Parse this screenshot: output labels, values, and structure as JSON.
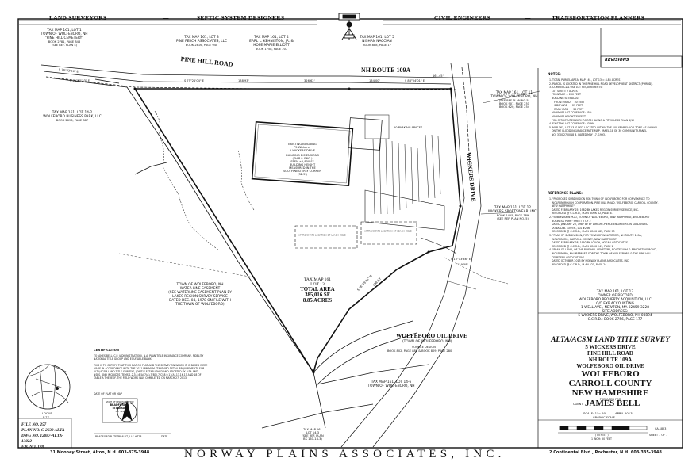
{
  "header": {
    "left_1": "LAND SURVEYORS",
    "dash_1": "—",
    "left_2": "SEPTIC SYSTEM DESIGNERS",
    "right_1": "CIVIL ENGINEERS",
    "dash_2": "—",
    "right_2": "TRANSPORTATION PLANNERS"
  },
  "revisions_label": "REVISIONS",
  "roads": {
    "pine_hill": "PINE HILL ROAD",
    "nh109a": "NH ROUTE 109A",
    "wickers": "WICKERS DRIVE",
    "wolfeboro_oil_title": "WOLFEBORO OIL DRIVE",
    "wolfeboro_oil_sub": "(TOWN OF WOLFEBORO, NH)",
    "wolfeboro_oil_ref": "SOURCE DESIGN",
    "wolfeboro_oil_ref2": "BOOK 802, PAGE 888 & BOOK 809, PAGE 280"
  },
  "parcels": {
    "cemetery": [
      "TAX MAP 161, LOT 1",
      "TOWN OF WOLFEBORO, NH",
      "\"PINE HILL CEMETERY\"",
      "BOOK 2781, PAGE 848",
      "(SEE REF. PLAN 4)"
    ],
    "lot3": [
      "TAX MAP 161, LOT 3",
      "PINE PERCH ASSOCIATES, LLC",
      "BOOK 2816, PAGE 940"
    ],
    "lot4": [
      "TAX MAP 161, LOT 4",
      "EARL L. KEHNISTON, JR. &",
      "HOPE MARIE ELLIOTT",
      "BOOK 1758, PAGE 207"
    ],
    "lot5": [
      "TAX MAP 161, LOT 5",
      "NISHAN NACCIAN",
      "BOOK 888, PAGE 17"
    ],
    "lot142": [
      "TAX MAP 161, LOT 14-2",
      "WOLFEBORO BUSINESS PARK, LLC",
      "BOOK 2696, PAGE 887"
    ],
    "lot11": [
      "TAX MAP 161, LOT 11",
      "TOWN OF WOLFEBORO, NH",
      "(SEE REF PLAN NO 5)",
      "BOOK 907, PAGE 251",
      "BOOK 620, PAGE 254"
    ],
    "lot12": [
      "TAX MAP 161, LOT 12",
      "WICKERS SPORTSWEAR, INC.",
      "BOOK 1455, PAGE 389",
      "(SEE REF. PLAN NO. 5)"
    ],
    "lot146": [
      "TAX MAP 161, LOT 14-6",
      "TOWN OF WOLFEBORO, NH"
    ],
    "lot143": [
      "TAX MAP 161",
      "LOT 14-3",
      "(SEE REF. PLAN",
      "BK 161-14-3)"
    ]
  },
  "subject_lot": [
    "TAX MAP 161",
    "LOT 13",
    "TOTAL AREA",
    "385,016 SF",
    "8.85 ACRES"
  ],
  "building": [
    "EXISTING BUILDING",
    "\"5 Wickers\"",
    "5 WICKERS DRIVE",
    "BUILDING DIMENSIONS",
    "(SHIP & ENG.)",
    "SEEN ±5,800 SF",
    "BUILDING HEIGHT",
    "MEASURED IN THE",
    "SOUTHWESTERLY CORNER",
    "(32.5')"
  ],
  "easement_note": [
    "TOWN OF WOLFEBORO, NH",
    "WATER LINE EASEMENT",
    "(SEE WATERLINE EASEMENT PLAN BY",
    "LAKES REGION SURVEY SERVICE",
    "DATED DEC. 04, 1978 ON FILE WITH",
    "THE TOWN OF WOLFEBORO)"
  ],
  "parking_labels": [
    "50 PARKING SPACES",
    "APPROXIMATE LOCATION OF LEACH FIELD",
    "APPROXIMATE LOCATION OF LEACH FIELD"
  ],
  "owner": [
    "TAX MAP 161, LOT 13",
    "OWNER OF RECORD",
    "WOLFEBORO PROPERTY ACQUISITION, LLC",
    "C/O EXP ACCOUNTING",
    "1 WELL AVE., NEWTON, MA 02459-3228",
    "SITE ADDRESS:",
    "5 WICKERS DRIVE, WOLFEBORO, NH 03894",
    "C.C.R.D.: BOOK 2756, PAGE 177"
  ],
  "title_block": {
    "line1": "ALTA/ACSM LAND TITLE SURVEY",
    "line2": "5 WICKERS DRIVE",
    "line3": "PINE HILL ROAD",
    "line4": "NH ROUTE 109A",
    "line5": "WOLFEBORO OIL DRIVE",
    "line6": "WOLFEBORO",
    "line7": "CARROLL COUNTY",
    "line8": "NEW HAMPSHIRE",
    "prepared_for_label": "PREPARED FOR",
    "client_label": "CLIENT",
    "client": "JAMES BELL",
    "scale": "SCALE: 1\"= 50'",
    "date": "APRIL 2013",
    "graphic_scale": "GRAPHIC SCALE",
    "scale_units": "( IN FEET )",
    "scale_note": "1 INCH: 50 FEET"
  },
  "notes_title": "NOTES:",
  "notes": [
    "1. TOTAL PARCEL AREA: MAP 161, LOT 13 = 8.85 ACRES",
    "2. PARCEL IS LOCATED IN THE PINE HILL ROAD DEVELOPMENT DISTRICT (PHRDD).",
    "3. COMMERCIAL USE LOT REQUIREMENTS:",
    "   LOT SIZE = 2 ACRES",
    "   FRONTAGE = 200 FEET",
    "   BUILDING SETBACKS:",
    "      FRONT YARD     50 FEET",
    "      SIDE YARD      25 FEET",
    "      REAR YARD      25 FEET",
    "   MAXIMUM LOT COVERAGE: 65%",
    "   MAXIMUM HEIGHT 35 FEET",
    "   FOR STRUCTURES WITH ROOFS HAVING A PITCH LESS THAN 4/12",
    "4. EXISTING LOT COVERAGE: 33.9%",
    "5. MAP 161, LOT 13 IS NOT LOCATED WITHIN THE 100-YEAR FLOOD ZONE AS SHOWN",
    "   ON THE FLOOD INSURANCE RATE MAP, PANEL 18 OF 30 COMMUNITY-PANEL",
    "   NO. 330027 0018 B, DATED MAY 17, 1993."
  ],
  "refs_title": "REFERENCE PLANS:",
  "refs": [
    "1. \"PROPOSED SUBDIVISION FOR TOWN OF WOLFEBORO FOR CONVEYANCE TO",
    "   WOLFEBOROUGH CORPORATION, PINE HILL ROAD, WOLFEBORO, CARROLL COUNTY,",
    "   NEW HAMPSHIRE\"",
    "   DATED FEBRUARY 25, 1982 BY LAKES REGION SURVEY SERVICE, INC.",
    "   RECORDED @ C.C.R.D., PLAN BOOK 62, PAGE 6.",
    "2. \"SUBDIVISION PLAT, TOWN OF WOLFEBORO, NEW HAMPSHIRE, WOLFEBORO",
    "   BUSINESS PARK\" SHEET 2 OF 2",
    "   DATED JANUARY 23, 1987 BY BY WRIGHT-PIERCE ENGINEERS IN SUBDIVIDED",
    "   DONALD B. LOUTIC, LLS #286",
    "   RECORDED @ C.C.R.D., PLAN BOOK 185, PAGE 93",
    "3. \"PLAN OF SUBDIVISION, FOR TOWN OF WOLFEBORO, NH ROUTE 109A,",
    "   WOLFEBORO, CARROLL COUNTY, NEW HAMPSHIRE\"",
    "   DATED FEBRUARY 28, 1992 BY LOUGH, HOGAN ASSOCIATES",
    "   RECORDED @ C.C.R.D., PLAN BOOK 241, PAGE 1",
    "4. \"PLAN OF LAND, OF THE PINE HILL CEMETERY, ROUTE 109A & BRACKETING ROAD,",
    "   WOLFEBORO, NH PREPARED FOR THE TOWN OF WOLFEBORO & THE PINE HILL",
    "   CEMETERY ASSOCIATION\"",
    "   DATED OCTOBER 2013 BY NORWAY PLAINS ASSOCIATES, INC.",
    "   RECORDED @ C.C.R.D., PLAN 221, PAGE 24"
  ],
  "certification": {
    "title": "CERTIFICATION",
    "lines": [
      "TO JAMES BELL, C.P. (ADMINISTRATION), N.A. PLAN TITLE INSURANCE COMPANY, FIDELITY",
      "NATIONAL TITLE GROUP AND EQUITABLE BANK:",
      "",
      "THIS IS TO CERTIFY THAT THIS MAP OR PLAT AND THE SURVEY ON WHICH IT IS BASED WERE",
      "MADE IN ACCORDANCE WITH THE 2011 MINIMUM STANDARD DETAIL REQUIREMENTS FOR",
      "ALTA/ACSM LAND TITLE SURVEYS, JOINTLY ESTABLISHED AND ADOPTED BY ALTA AND",
      "NSPS, AND INCLUDES ITEMS 1,2,3,4,6(A),7(A),7(B1),7(C),8,9,11(A),13,16,17 AND 18 OF",
      "TABLE A THEREOF. THE FIELD WORK WAS COMPLETED ON MARCH 27, 2013."
    ],
    "date_label": "DATE OF PLAT OR MAP",
    "signer": "BRADFORD B. TETREAULT, LLS #728",
    "date_tag": "DATE",
    "seal": [
      "STATE OF NEW HAMPSHIRE",
      "BRADFORD B.",
      "TETREAULT",
      "No. 728"
    ]
  },
  "locus": {
    "label": "LOCUS",
    "scale": "N.T.S."
  },
  "file_block": [
    "FILE NO. 257",
    "PLAN NO. C-2632 ALTA",
    "DWG NO. 12087-ALTA-13022",
    "F.B. NO. 128"
  ],
  "sheet_block": [
    "CA-1823",
    "SHEET 1 OF 1"
  ],
  "footer": {
    "left": "31 Mooney Street, Alton, N.H. 603-875-3948",
    "company": "NORWAY PLAINS ASSOCIATES, INC.",
    "right": "2 Continental Blvd., Rochester, N.H. 603-335-3948"
  },
  "bearings": {
    "pine_hill_1": "S 78°43'24\" E",
    "pine_hill_2": "S 71°12'23\" E",
    "pine_hill_3": "S 75°21'04\" E",
    "dist_1": "188.93'",
    "dist_2": "326.62'",
    "dist_3": "134.00'",
    "nh_1": "S 88°04'01\" E",
    "nh_dist": "161.45'",
    "wicker_1": "S 10°13'46\" E",
    "wicker_dist": "119.58'",
    "south_1": "S 48°39'46\" W",
    "south_dist": "498.13'"
  },
  "colors": {
    "line": "#1a1a1a",
    "hatch": "#555555",
    "paper": "#ffffff"
  }
}
